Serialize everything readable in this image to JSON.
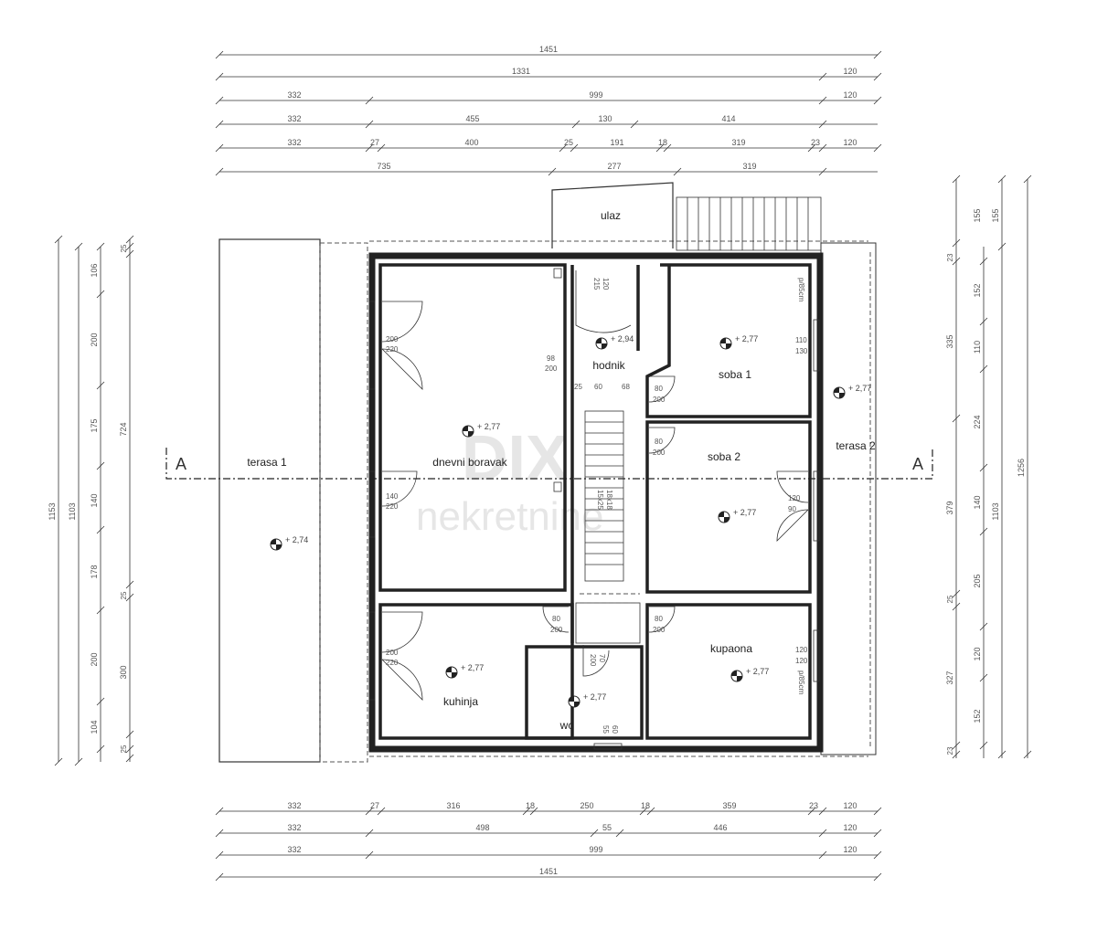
{
  "rooms": {
    "ulaz": "ulaz",
    "hodnik": "hodnik",
    "soba1": "soba 1",
    "soba2": "soba 2",
    "terasa1": "terasa 1",
    "terasa2": "terasa 2",
    "dnevni": "dnevni boravak",
    "kuhinja": "kuhinja",
    "wc": "wc",
    "kupaona": "kupaona"
  },
  "levels": {
    "hodnik": "+ 2,94",
    "soba1": "+ 2,77",
    "terasa2": "+ 2,77",
    "dnevni": "+ 2,77",
    "soba2": "+ 2,77",
    "terasa1": "+ 2,74",
    "kuhinja": "+ 2,77",
    "wc": "+ 2,77",
    "kupaona": "+ 2,77"
  },
  "section_mark": "A",
  "watermark": {
    "logo": "DIX",
    "text": "nekretnine"
  },
  "top_dims": {
    "row1": [
      "1451"
    ],
    "row2": [
      "1331",
      "120"
    ],
    "row3": [
      "332",
      "999",
      "120"
    ],
    "row4": [
      "332",
      "455",
      "130",
      "414"
    ],
    "row5": [
      "332",
      "27",
      "400",
      "25",
      "191",
      "18",
      "319",
      "23",
      "120"
    ],
    "row6": [
      "735",
      "277",
      "319"
    ]
  },
  "bottom_dims": {
    "row1": [
      "332",
      "27",
      "316",
      "18",
      "250",
      "18",
      "359",
      "23",
      "120"
    ],
    "row2": [
      "332",
      "498",
      "55",
      "446",
      "120"
    ],
    "row3": [
      "332",
      "999",
      "120"
    ],
    "row4": [
      "1451"
    ]
  },
  "left_dims": {
    "col1": [
      "1153"
    ],
    "col2": [
      "1103"
    ],
    "col3": [
      "106",
      "200",
      "175",
      "140",
      "178",
      "200",
      "104"
    ],
    "col4": [
      "724",
      "300"
    ],
    "col4_small": [
      "25",
      "25",
      "25"
    ]
  },
  "right_dims": {
    "col1": [
      "155",
      "152",
      "110",
      "224",
      "140",
      "120",
      "152"
    ],
    "col2": [
      "335",
      "379",
      "327",
      "23",
      "23",
      "205",
      "25"
    ],
    "col3": [
      "155",
      "1103"
    ],
    "col4": [
      "1256"
    ]
  },
  "opening_labels": {
    "d1": [
      "200",
      "220"
    ],
    "d2": [
      "140",
      "220"
    ],
    "d3": [
      "200",
      "220"
    ],
    "d4": [
      "98",
      "200"
    ],
    "d5": [
      "120",
      "215"
    ],
    "d6": [
      "110",
      "130"
    ],
    "d7": [
      "80",
      "200"
    ],
    "d8": [
      "80",
      "200"
    ],
    "d9": [
      "120",
      "90"
    ],
    "d10": [
      "80",
      "200"
    ],
    "d11": [
      "80",
      "200"
    ],
    "d12": [
      "70",
      "200"
    ],
    "d13": [
      "120",
      "120"
    ],
    "d14": [
      "55",
      "60"
    ],
    "st": [
      "25",
      "60",
      "68"
    ],
    "stair": [
      "18x18",
      "15x25"
    ],
    "p1": "p/85cm",
    "p2": "p/85cm"
  }
}
